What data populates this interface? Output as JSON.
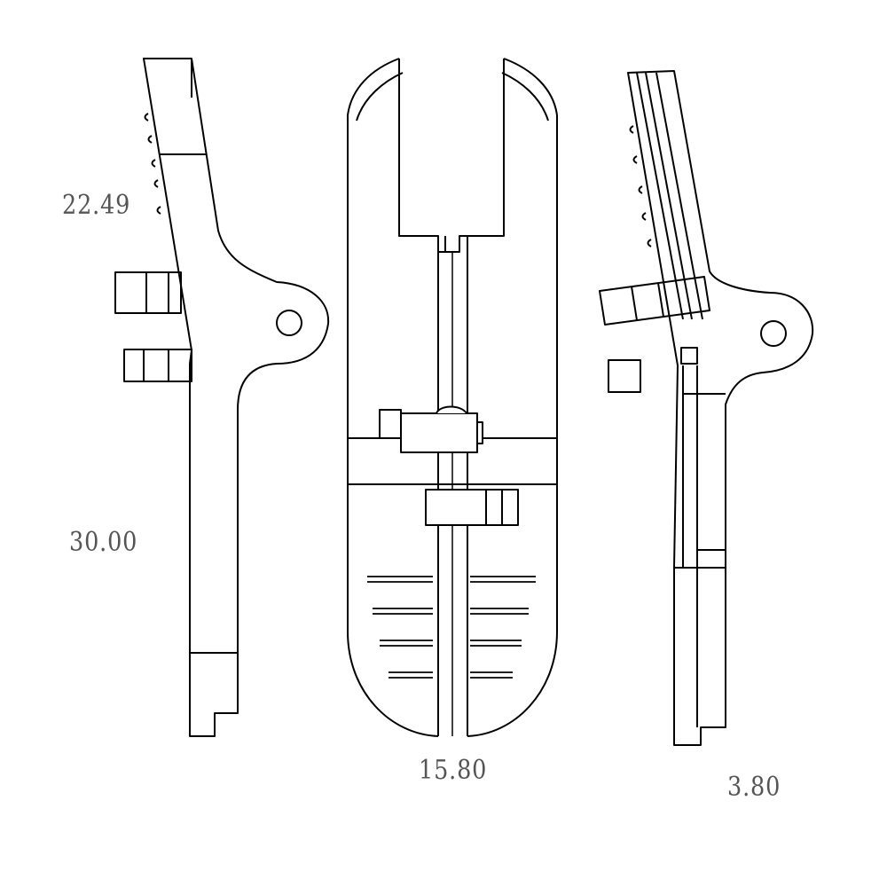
{
  "dimensions": {
    "left_upper": "22.49",
    "left_lower": "30.00",
    "center_width": "15.80",
    "right_thickness": "3.80"
  },
  "colors": {
    "line": "#000000",
    "text": "#555555",
    "background": "#ffffff"
  }
}
